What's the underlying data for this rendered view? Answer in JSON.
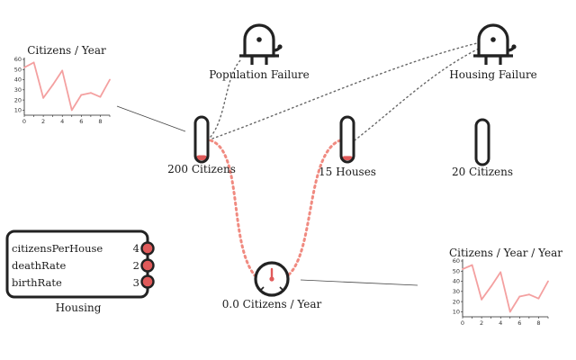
{
  "colors": {
    "ink": "#222222",
    "accent": "#e05a5a",
    "flow": "#f08a80",
    "series": "#f4a0a0",
    "link": "#666666",
    "leader": "#444444"
  },
  "alarms": [
    {
      "id": "population",
      "label": "Population Failure",
      "icon": "bell-icon"
    },
    {
      "id": "housing",
      "label": "Housing Failure",
      "icon": "bell-icon"
    }
  ],
  "stocks": [
    {
      "id": "citizens",
      "label": "200 Citizens",
      "fill": 0.12
    },
    {
      "id": "houses",
      "label": "15 Houses",
      "fill": 0.1
    },
    {
      "id": "citizens2",
      "label": "20 Citizens",
      "fill": 0
    }
  ],
  "flow": {
    "label": "0.0 Citizens / Year",
    "icon": "gauge-icon"
  },
  "converter": {
    "title": "Housing",
    "rows": [
      {
        "name": "citizensPerHouse",
        "value": "4"
      },
      {
        "name": "deathRate",
        "value": "2"
      },
      {
        "name": "birthRate",
        "value": "3"
      }
    ]
  },
  "chart_data": [
    {
      "type": "line",
      "title": "Citizens / Year",
      "xlabel": "",
      "ylabel": "",
      "x": [
        0,
        1,
        2,
        3,
        4,
        5,
        6,
        7,
        8,
        9
      ],
      "series": [
        {
          "values": [
            52,
            57,
            22,
            35,
            49,
            10,
            25,
            27,
            23,
            40
          ]
        }
      ],
      "xlim": [
        0,
        9
      ],
      "ylim": [
        5,
        60
      ],
      "xticks": [
        0,
        2,
        4,
        6,
        8
      ],
      "yticks": [
        10,
        20,
        30,
        40,
        50,
        60
      ],
      "grid": false
    },
    {
      "type": "line",
      "title": "Citizens / Year / Year",
      "xlabel": "",
      "ylabel": "",
      "x": [
        0,
        1,
        2,
        3,
        4,
        5,
        6,
        7,
        8,
        9
      ],
      "series": [
        {
          "values": [
            52,
            56,
            22,
            35,
            49,
            10,
            25,
            27,
            23,
            40
          ]
        }
      ],
      "xlim": [
        0,
        9
      ],
      "ylim": [
        5,
        60
      ],
      "xticks": [
        0,
        2,
        4,
        6,
        8
      ],
      "yticks": [
        10,
        20,
        30,
        40,
        50,
        60
      ],
      "grid": false
    }
  ]
}
